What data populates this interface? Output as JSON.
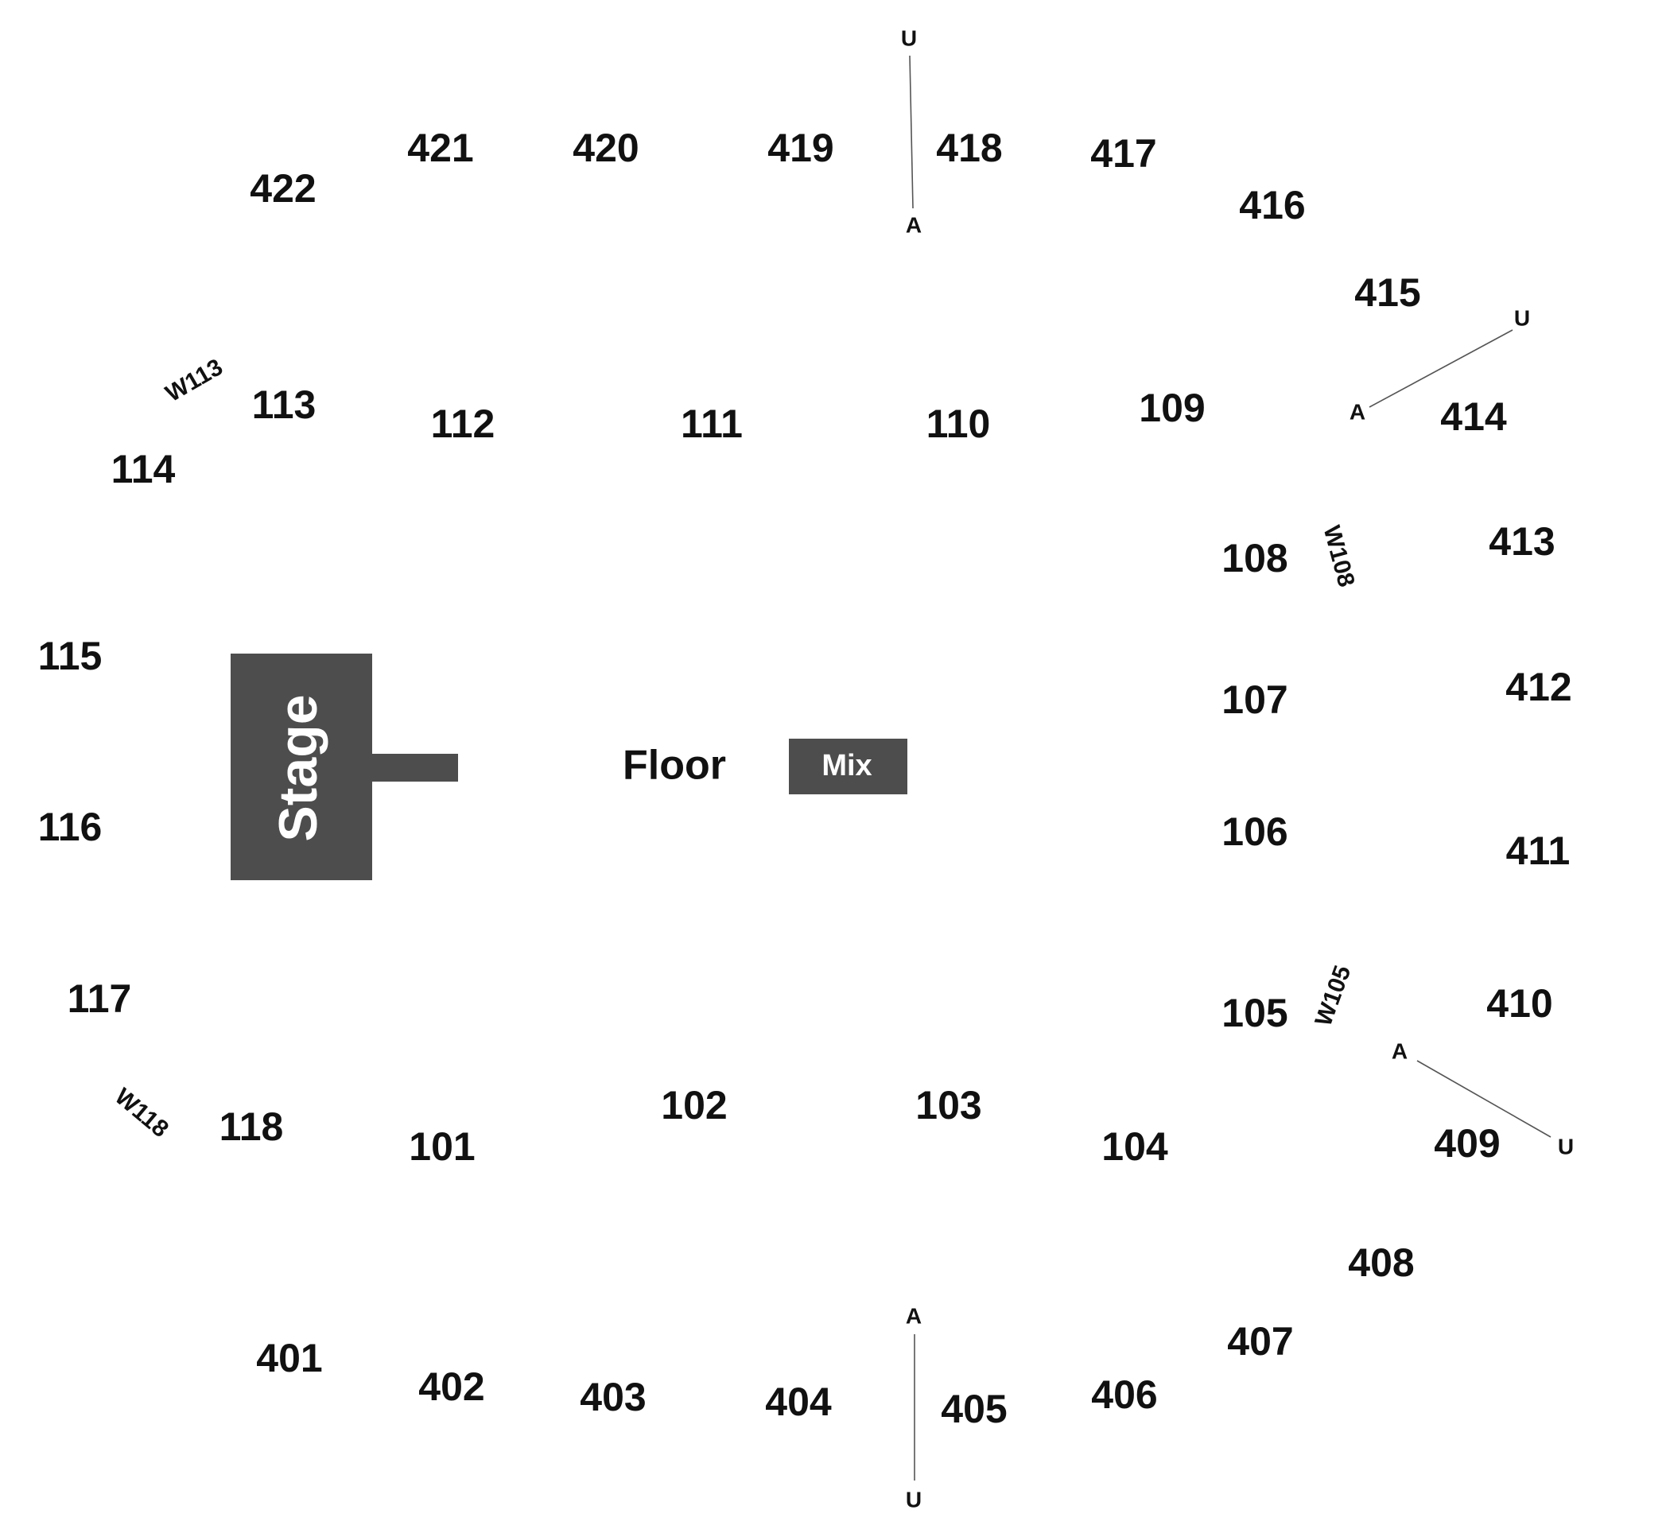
{
  "colors": {
    "block": "#4d4d4d",
    "text": "#111111",
    "aisle": "#555555"
  },
  "stage": {
    "label": "Stage"
  },
  "floor": {
    "label": "Floor"
  },
  "mix": {
    "label": "Mix"
  },
  "sections_100": [
    "101",
    "102",
    "103",
    "104",
    "105",
    "106",
    "107",
    "108",
    "109",
    "110",
    "111",
    "112",
    "113",
    "114",
    "115",
    "116",
    "117",
    "118"
  ],
  "sections_400": [
    "401",
    "402",
    "403",
    "404",
    "405",
    "406",
    "407",
    "408",
    "409",
    "410",
    "411",
    "412",
    "413",
    "414",
    "415",
    "416",
    "417",
    "418",
    "419",
    "420",
    "421",
    "422"
  ],
  "wheelchair": [
    "W113",
    "W108",
    "W105",
    "W118"
  ],
  "aisles": [
    {
      "top": "U",
      "bottom": "A"
    },
    {
      "top": "U",
      "bottom": "A"
    },
    {
      "top": "A",
      "bottom": "U"
    },
    {
      "top": "A",
      "bottom": "U"
    }
  ]
}
